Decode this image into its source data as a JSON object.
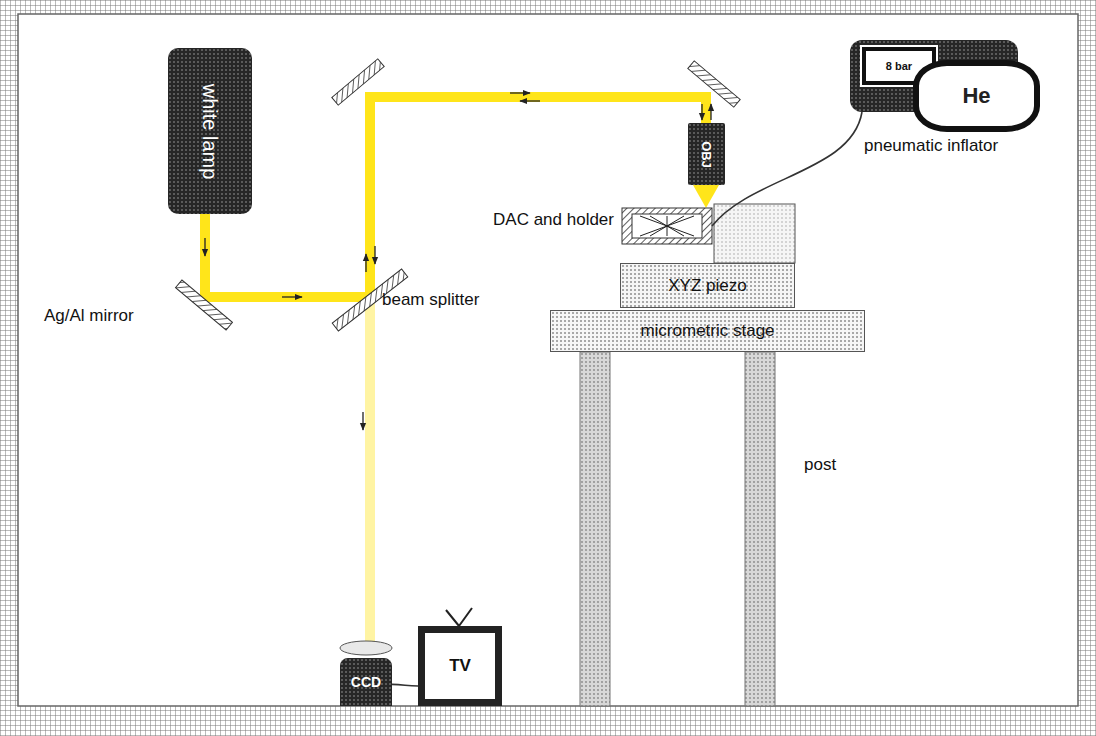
{
  "diagram": {
    "nodes": [
      {
        "text": [
          "white lamp"
        ]
      },
      {
        "text": [
          "OBJ"
        ]
      },
      {
        "text": [
          "DAC and holder"
        ]
      },
      {
        "text": [
          "XYZ piezo"
        ]
      },
      {
        "text": [
          "micrometric stage"
        ]
      },
      {
        "text": [
          "pneumatic inflator"
        ]
      },
      {
        "text": [
          "8 bar"
        ],
        "in": 5
      },
      {
        "text": [
          "He"
        ],
        "in": 5
      },
      {
        "text": [
          "CCD"
        ]
      },
      {
        "text": [
          "TV"
        ]
      }
    ],
    "edges": [
      {
        "from": 5,
        "to": 2,
        "arrow": "none"
      },
      {
        "from": 8,
        "to": 9,
        "arrow": "none"
      }
    ],
    "labels": [
      "Ag/Al mirror",
      "beam splitter",
      "post"
    ]
  }
}
